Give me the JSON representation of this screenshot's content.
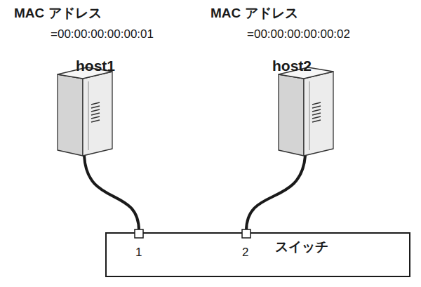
{
  "diagram": {
    "nodes": [
      {
        "text": [
          "MAC アドレス",
          "=00:00:00:00:00:01",
          "host1"
        ]
      },
      {
        "text": [
          "MAC アドレス",
          "=00:00:00:00:00:02",
          "host2"
        ]
      },
      {
        "text": [
          "スイッチ"
        ]
      }
    ],
    "edges": [
      {
        "from": 0,
        "to": 2,
        "arrow": "none"
      },
      {
        "from": 1,
        "to": 2,
        "arrow": "none"
      }
    ],
    "labels": [
      "1",
      "2"
    ]
  }
}
